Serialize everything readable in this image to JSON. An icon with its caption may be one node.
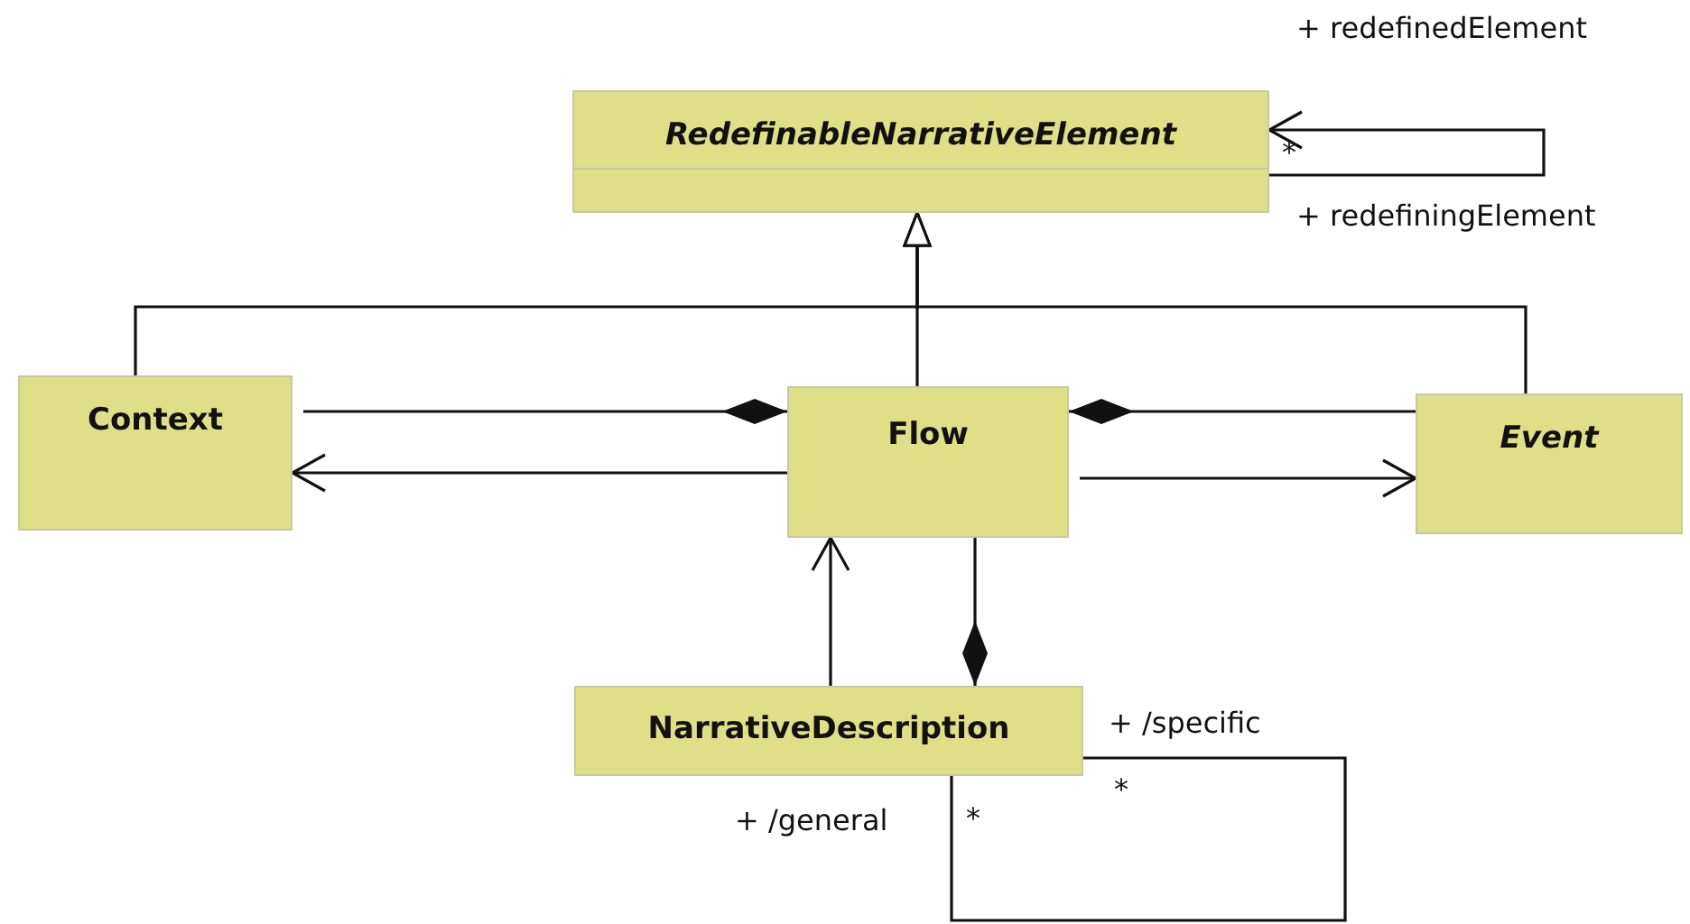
{
  "diagram": {
    "nodes": [
      {
        "text": [
          "RedefinableNarrativeElement"
        ]
      },
      {
        "text": [
          "Context"
        ]
      },
      {
        "text": [
          "Flow"
        ]
      },
      {
        "text": [
          "Event"
        ]
      },
      {
        "text": [
          "NarrativeDescription"
        ]
      }
    ],
    "edges": [
      {
        "from": 0,
        "to": 0,
        "arrow": "to"
      },
      {
        "from": 1,
        "to": 0,
        "arrow": "to"
      },
      {
        "from": 2,
        "to": 0,
        "arrow": "to"
      },
      {
        "from": 3,
        "to": 0,
        "arrow": "to"
      },
      {
        "from": 1,
        "to": 2,
        "arrow": "other"
      },
      {
        "from": 2,
        "to": 1,
        "arrow": "to"
      },
      {
        "from": 3,
        "to": 2,
        "arrow": "other"
      },
      {
        "from": 2,
        "to": 3,
        "arrow": "to"
      },
      {
        "from": 4,
        "to": 2,
        "arrow": "to"
      },
      {
        "from": 2,
        "to": 4,
        "arrow": "other"
      },
      {
        "from": 4,
        "to": 4,
        "arrow": "none"
      }
    ],
    "labels": [
      "+ redefinedElement",
      "*",
      "+ redefiningElement",
      "+ /specific",
      "*",
      "+ /general",
      "*"
    ]
  }
}
